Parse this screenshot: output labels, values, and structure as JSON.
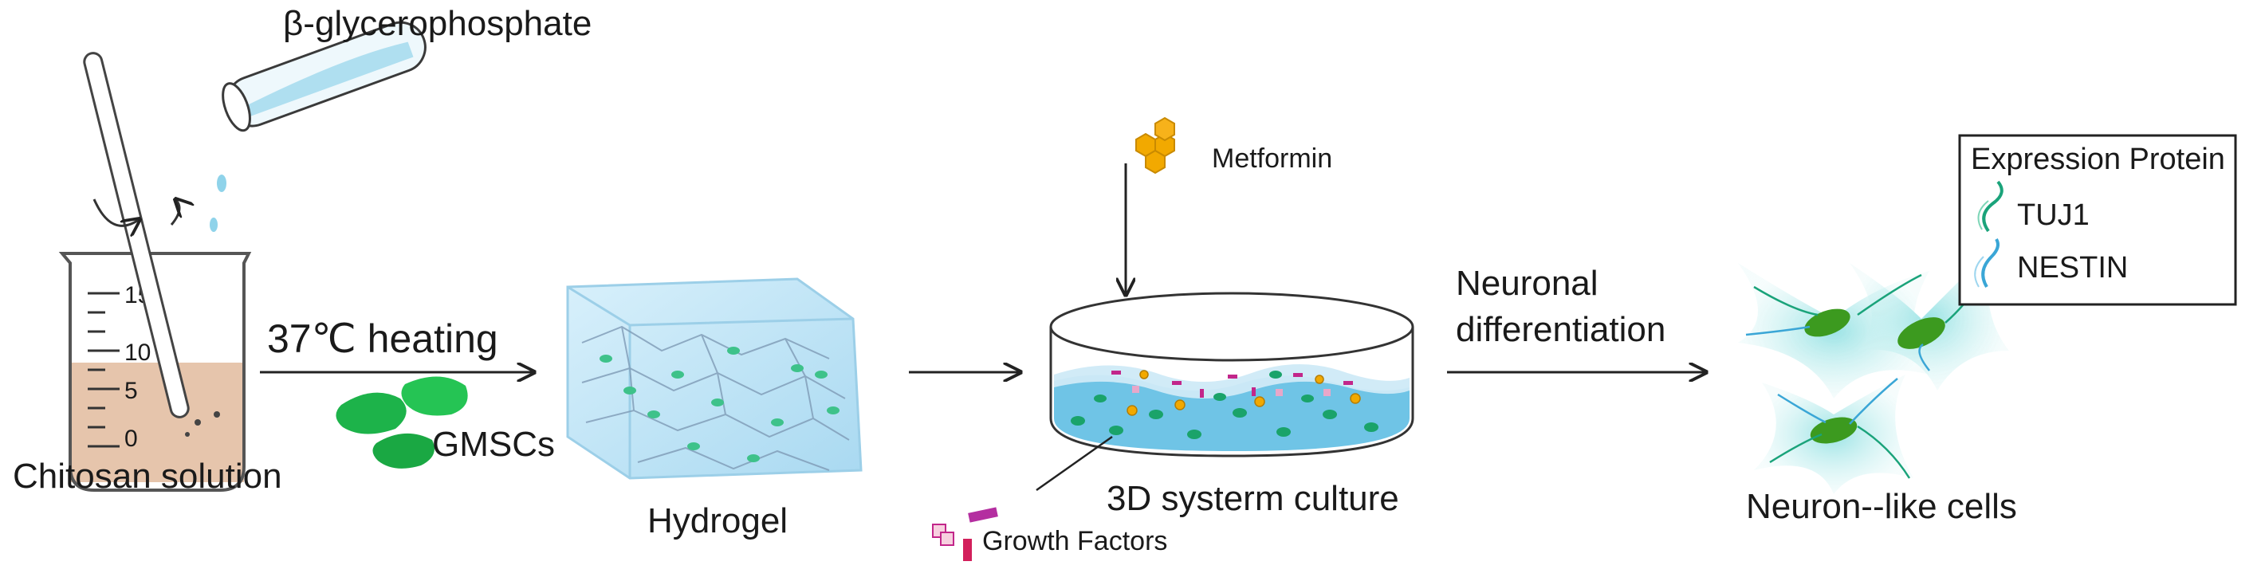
{
  "labels": {
    "reagent": "β-glycerophosphate",
    "beaker": "Chitosan solution",
    "heating": "37℃ heating",
    "cells": "GMSCs",
    "hydrogel": "Hydrogel",
    "drug": "Metformin",
    "culture": "3D systerm culture",
    "growth": "Growth Factors",
    "diff_line1": "Neuronal",
    "diff_line2": "differentiation",
    "result": "Neuron--like cells"
  },
  "beaker_scale": [
    "15",
    "10",
    "5",
    "0"
  ],
  "legend": {
    "title": "Expression Protein",
    "items": [
      {
        "label": "TUJ1",
        "color": "#1aa37a"
      },
      {
        "label": "NESTIN",
        "color": "#3aa6d6"
      }
    ]
  },
  "colors": {
    "chitosan": "#e3bfa3",
    "cell_green": "#1db34a",
    "gel_blue": "#bfe4f5",
    "dish_liquid": "#6fc4e6",
    "metformin": "#f2a900",
    "growth_magenta": "#c2268a",
    "neuron_cyan": "#6fd1d4"
  }
}
